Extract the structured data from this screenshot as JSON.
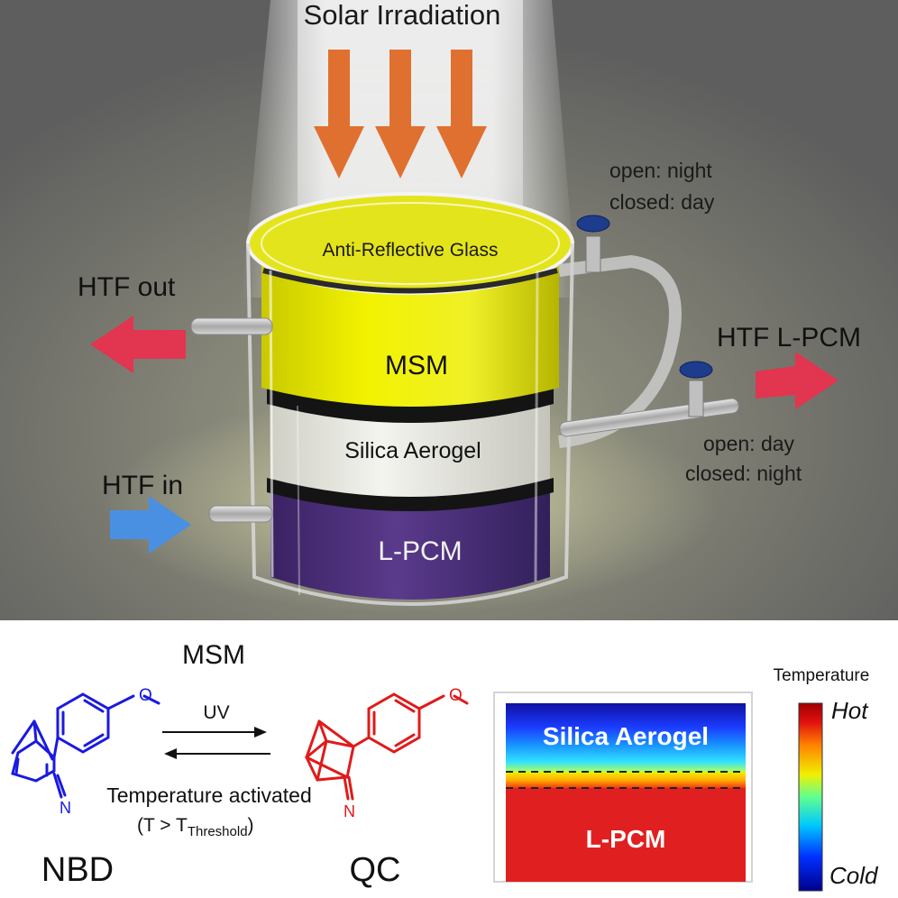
{
  "top_panel": {
    "title": "Solar Irradiation",
    "glass_label": "Anti-Reflective Glass",
    "msm_layer_label": "MSM",
    "aerogel_layer_label": "Silica Aerogel",
    "lpcm_layer_label": "L-PCM",
    "htf_out_label": "HTF out",
    "htf_in_label": "HTF in",
    "htf_lpcm_label": "HTF L-PCM",
    "valve_top_line1": "open: night",
    "valve_top_line2": "closed: day",
    "valve_bottom_line1": "open: day",
    "valve_bottom_line2": "closed: night"
  },
  "reaction": {
    "heading": "MSM",
    "forward_label": "UV",
    "reverse_label": "Temperature activated",
    "condition_prefix": "(T > T",
    "condition_subscript": "Threshold",
    "condition_suffix": ")",
    "left_molecule_name": "NBD",
    "right_molecule_name": "QC",
    "methoxy_atom": "O",
    "nitrile_atom": "N"
  },
  "simulation": {
    "aerogel_label": "Silica Aerogel",
    "lpcm_label": "L-PCM",
    "scale_title": "Temperature",
    "scale_hot": "Hot",
    "scale_cold": "Cold"
  },
  "colors": {
    "background_top": "#6e6e6e",
    "msm_yellow": "#e8e800",
    "lpcm_purple": "#4b2d7a",
    "arrow_orange": "#e07030",
    "arrow_red": "#e2354f",
    "arrow_blue": "#4a90e2",
    "nbd_blue": "#1a1ae0",
    "qc_red": "#e01a1a",
    "valve_blue": "#1e3c8c"
  }
}
